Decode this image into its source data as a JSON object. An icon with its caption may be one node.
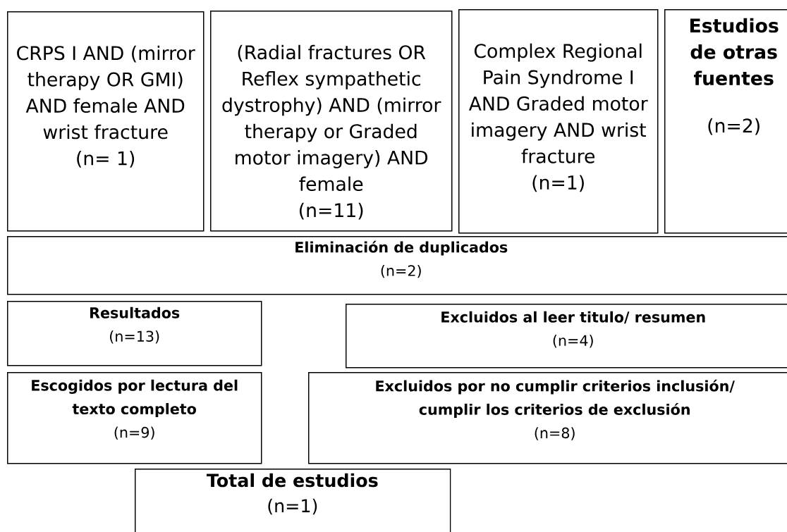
{
  "diagram": {
    "nodes": [
      {
        "text": [
          "CRPS I AND (mirror therapy OR GMI) AND female AND wrist fracture",
          "(n= 1)"
        ]
      },
      {
        "text": [
          "(Radial fractures OR Reflex sympathetic dystrophy) AND (mirror therapy or Graded motor imagery) AND female",
          "(n=11)"
        ]
      },
      {
        "text": [
          "Complex Regional Pain Syndrome I AND Graded motor imagery AND wrist fracture",
          "(n=1)"
        ]
      },
      {
        "text": [
          "Estudios de otras fuentes",
          "(n=2)"
        ]
      },
      {
        "text": [
          "Eliminación de duplicados",
          "(n=2)"
        ]
      },
      {
        "text": [
          "Resultados",
          "(n=13)"
        ]
      },
      {
        "text": [
          "Excluidos al leer titulo/ resumen",
          "(n=4)"
        ]
      },
      {
        "text": [
          "Escogidos por lectura del texto completo",
          "(n=9)"
        ]
      },
      {
        "text": [
          "Excluidos por no cumplir criterios inclusión/ cumplir los criterios de exclusión",
          "(n=8)"
        ]
      },
      {
        "text": [
          "Total de estudios",
          "(n=1)"
        ]
      }
    ]
  }
}
